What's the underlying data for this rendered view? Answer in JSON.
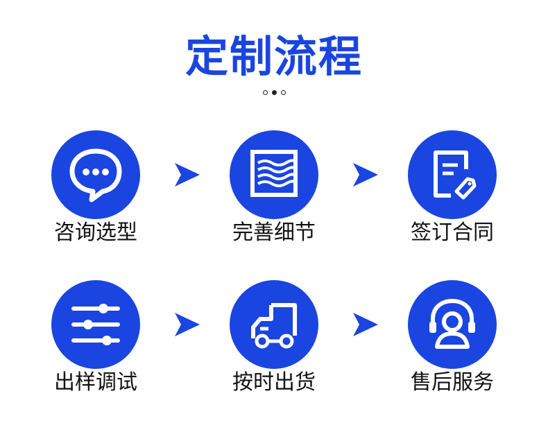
{
  "title": "定制流程",
  "indicator_dots": [
    "hollow",
    "solid",
    "hollow"
  ],
  "accent_color": "#1a45e0",
  "steps": [
    {
      "label": "咨询选型",
      "icon": "chat-bubble-icon"
    },
    {
      "label": "完善细节",
      "icon": "wave-frame-icon"
    },
    {
      "label": "签订合同",
      "icon": "contract-icon"
    },
    {
      "label": "出样调试",
      "icon": "sliders-icon"
    },
    {
      "label": "按时出货",
      "icon": "truck-icon"
    },
    {
      "label": "售后服务",
      "icon": "headset-icon"
    }
  ]
}
